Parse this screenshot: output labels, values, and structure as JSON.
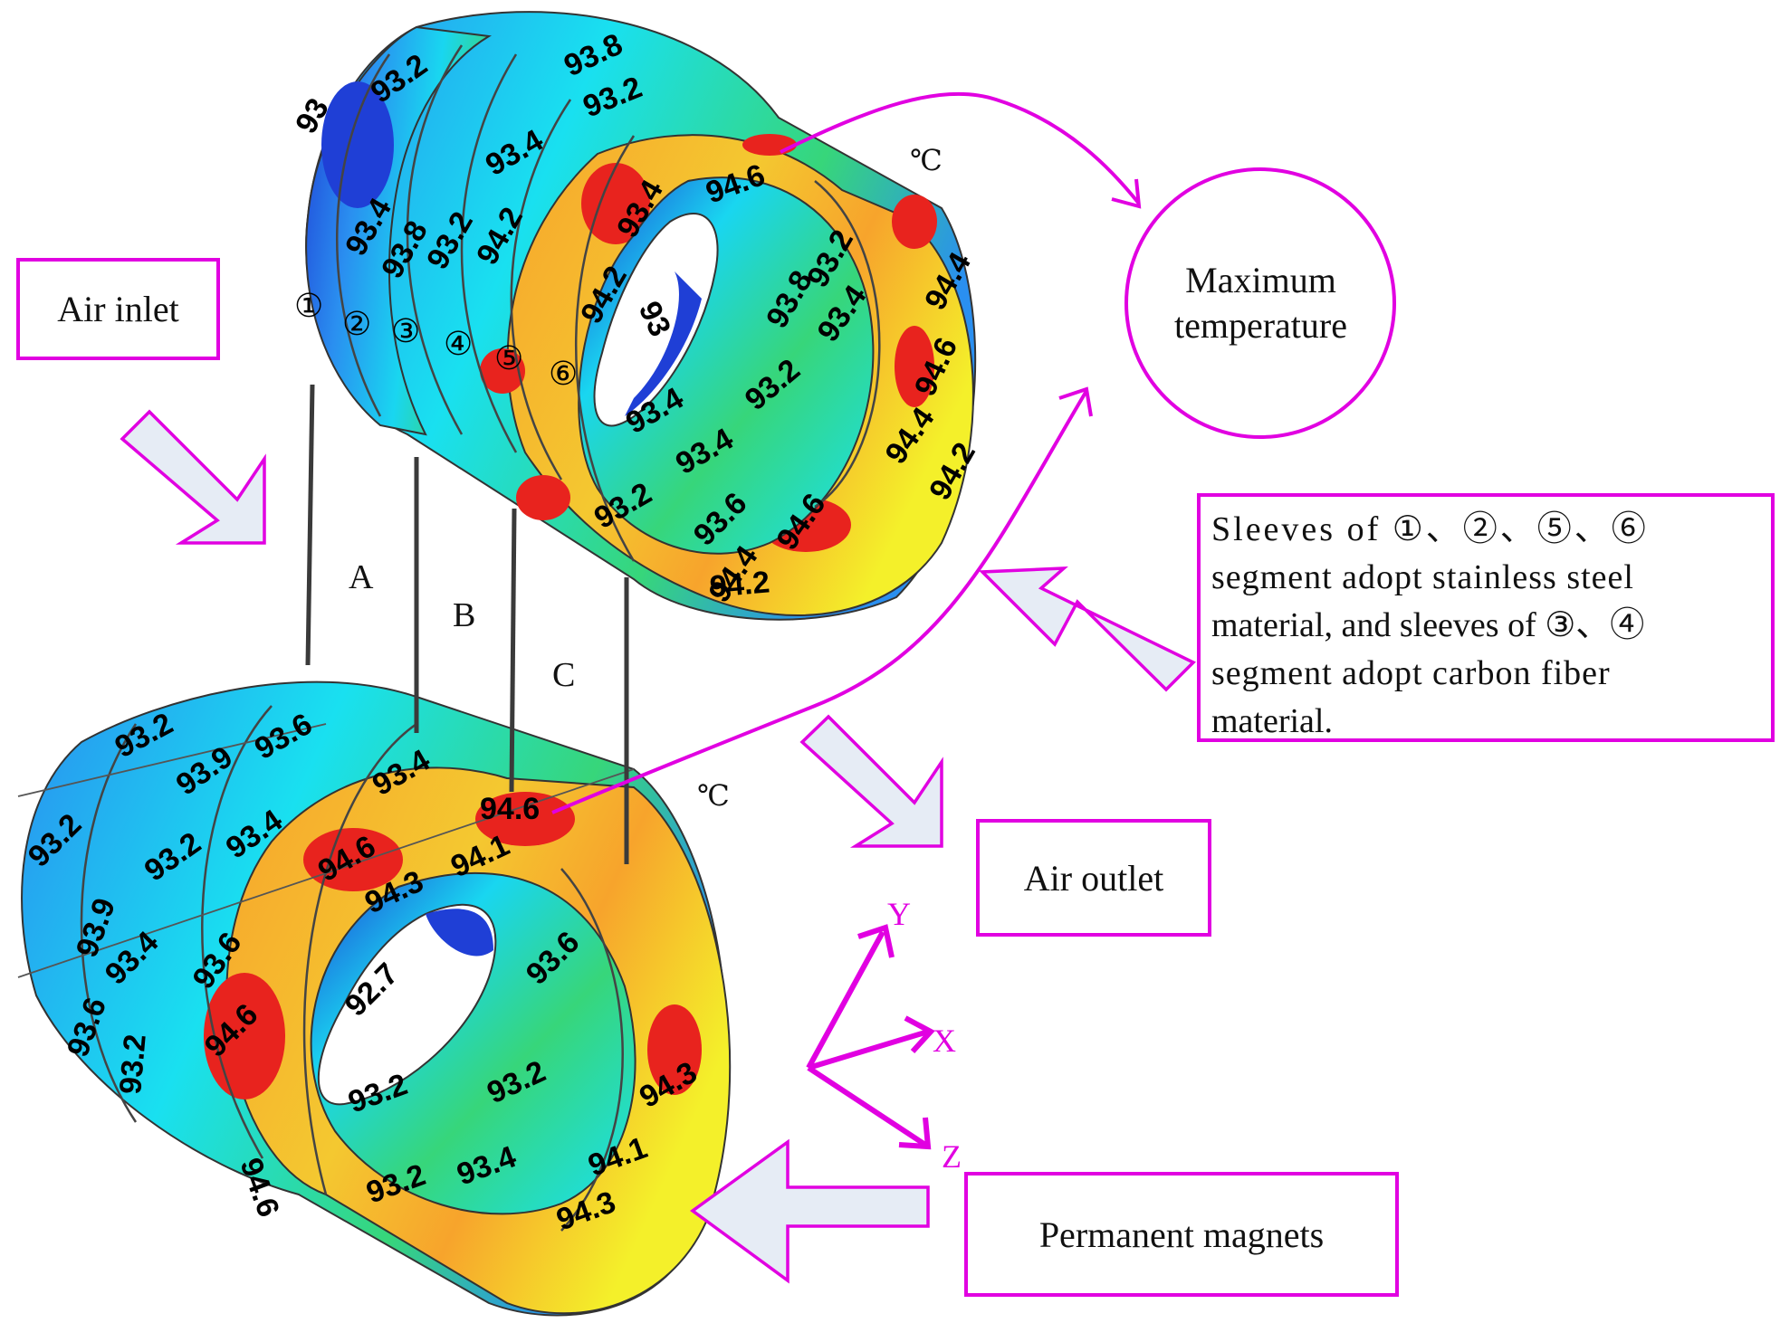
{
  "labels": {
    "air_inlet": "Air inlet",
    "air_outlet": "Air outlet",
    "permanent_magnets": "Permanent magnets",
    "max_temp_line1": "Maximum",
    "max_temp_line2": "temperature",
    "note_lines": [
      "Sleeves of ①、②、⑤、⑥",
      "segment adopt stainless steel",
      "material, and sleeves of ③、④",
      "segment  adopt carbon fiber",
      "material."
    ]
  },
  "section_letters": [
    "A",
    "B",
    "C"
  ],
  "unit": "℃",
  "segment_markers": [
    "①",
    "②",
    "③",
    "④",
    "⑤",
    "⑥"
  ],
  "axes": {
    "x": "X",
    "y": "Y",
    "z": "Z"
  },
  "top_sleeve_temps": [
    "93",
    "93.2",
    "93.8",
    "93.2",
    "93.4",
    "93.4",
    "93.8",
    "93.2",
    "93.4",
    "94.6",
    "94.2",
    "94.2",
    "93",
    "93.8",
    "93.2",
    "93.4",
    "94.4",
    "94.6",
    "93.4",
    "93.2",
    "93.4",
    "94.4",
    "94.2",
    "93.2",
    "93.6",
    "94.6",
    "94.4",
    "94.2"
  ],
  "bottom_sleeve_temps": [
    "93.2",
    "93.9",
    "93.6",
    "93.4",
    "94.6",
    "93.2",
    "93.2",
    "93.4",
    "94.6",
    "94.3",
    "94.1",
    "93.9",
    "93.4",
    "93.6",
    "93.6",
    "93.2",
    "94.6",
    "92.7",
    "93.6",
    "93.2",
    "93.2",
    "94.3",
    "93.2",
    "93.4",
    "94.1",
    "94.3",
    "94.6"
  ],
  "colors": {
    "accent": "#e100e1",
    "arrow_fill": "#e6ecf5",
    "contour_blue": "#1f3fd6",
    "contour_cyan": "#19e0f0",
    "contour_green": "#37d67a",
    "contour_yellow": "#f4f02a",
    "contour_orange": "#f7a42c",
    "contour_red": "#e8231e"
  }
}
